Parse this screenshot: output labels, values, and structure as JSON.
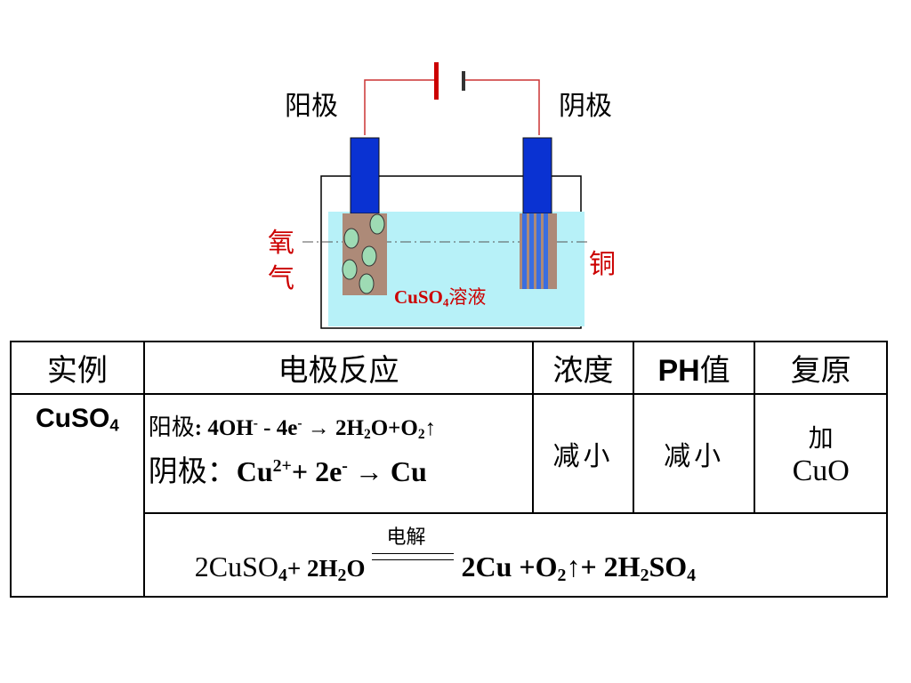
{
  "diagram": {
    "anode_label": "阳极",
    "cathode_label": "阴极",
    "gas_label_1": "氧",
    "gas_label_2": "气",
    "copper_label": "铜",
    "solution_label_pre": "CuSO",
    "solution_label_sub": "4",
    "solution_label_post": "溶液"
  },
  "table": {
    "headers": [
      "实例",
      "电极反应",
      "浓度",
      "PH值",
      "复原"
    ],
    "example": {
      "text": "CuSO",
      "sub": "4"
    },
    "anode_reaction": {
      "label": "阳极",
      "p1": ": 4OH",
      "p1_sup": "-",
      "p2": " - 4e",
      "p2_sup": "-",
      "p3": " → 2H",
      "p3_sub": "2",
      "p4": "O+O",
      "p4_sub": "2",
      "p5": "↑"
    },
    "cathode_reaction": {
      "label": "阴极：",
      "p1": "Cu",
      "p1_sup": "2+",
      "p2": "+ 2e",
      "p2_sup": "-",
      "p3": " → Cu"
    },
    "concentration": "减小",
    "ph": "减小",
    "restore_line1": "加",
    "restore_line2": "CuO",
    "overall": {
      "t1": "2CuSO",
      "t1_sub": "4",
      "t2": "+ 2H",
      "t2_sub": "2",
      "t3": "O",
      "condition": "电解",
      "t4": "2Cu +O",
      "t4_sub": "2",
      "t5": "↑+ 2H",
      "t5_sub": "2",
      "t6": "SO",
      "t6_sub": "4"
    }
  }
}
